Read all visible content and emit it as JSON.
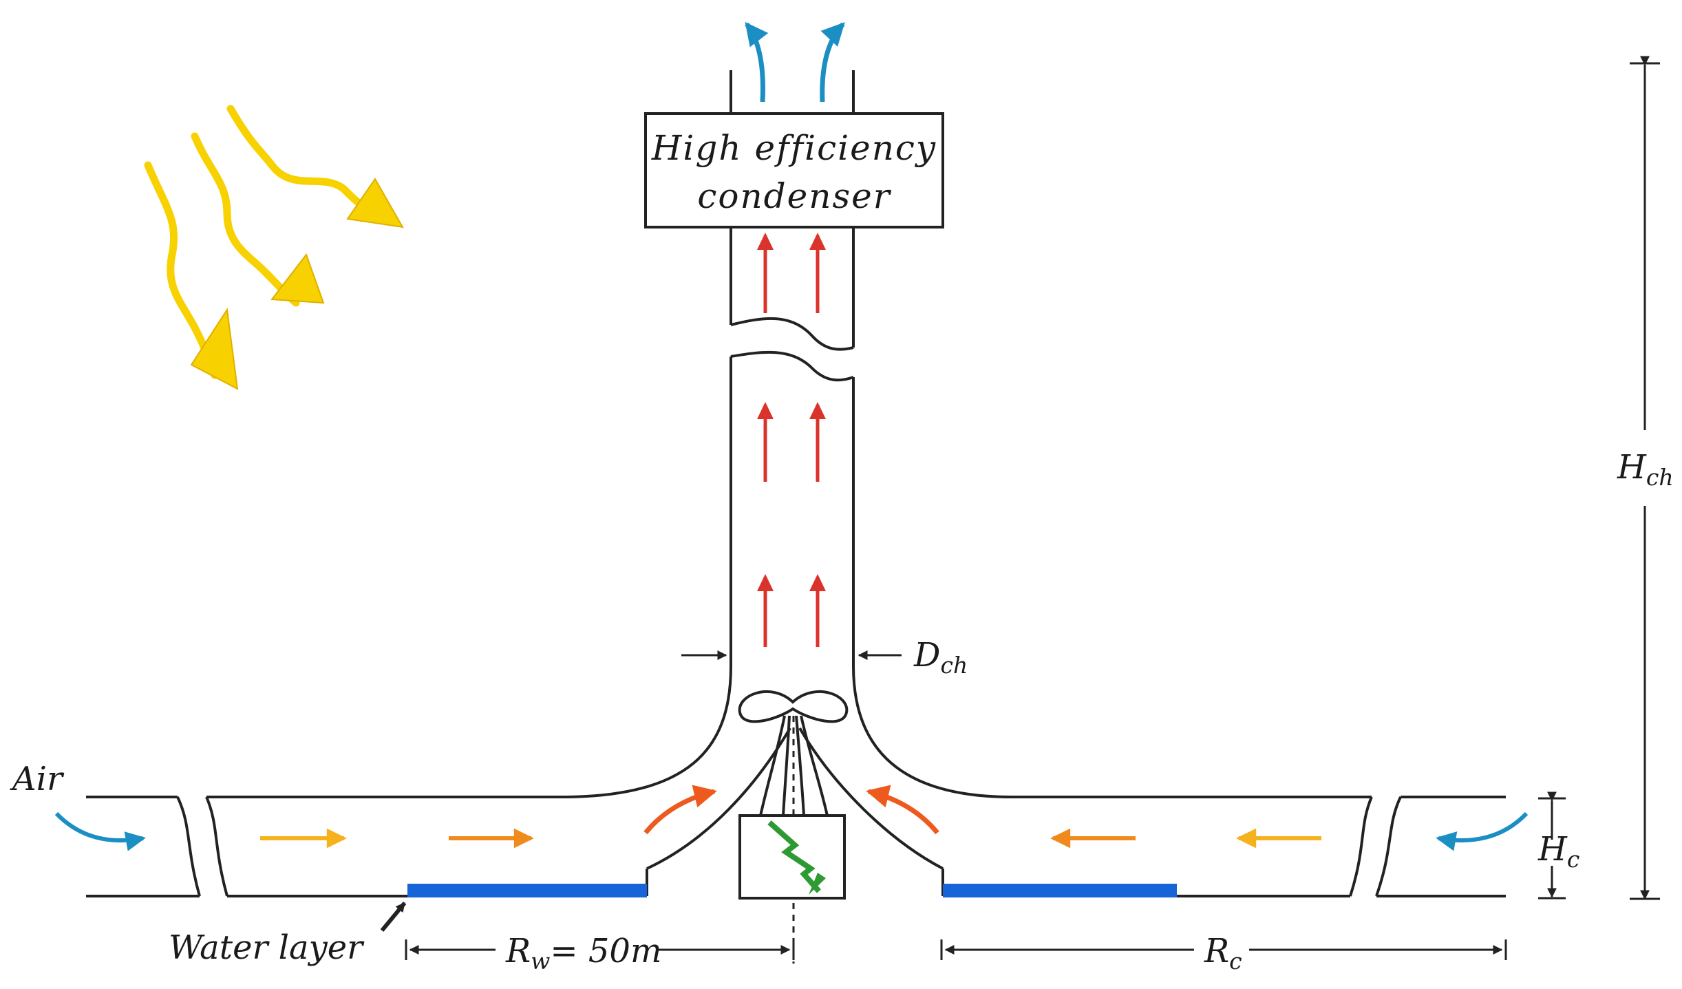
{
  "condenser": {
    "line1": "High efficiency",
    "line2": "condenser"
  },
  "labels": {
    "air": "Air",
    "water_layer": "Water layer",
    "rw_main": "R",
    "rw_sub": "w",
    "rw_value": "= 50m",
    "rc_main": "R",
    "rc_sub": "c",
    "dch_main": "D",
    "dch_sub": "ch",
    "hch_main": "H",
    "hch_sub": "ch",
    "hc_main": "H",
    "hc_sub": "c"
  },
  "colors": {
    "sun": "#F7D100",
    "sun_edge": "#E0B000",
    "hot_air": "#D9332B",
    "warm_air": "#EE5A1E",
    "mild_air": "#F08A1C",
    "light_air": "#F5B21E",
    "cold_air": "#1B8FC4",
    "water": "#1565D8",
    "turbine_bolt": "#2E9A33",
    "line": "#222222"
  },
  "icons": [
    "sun-ray-icon",
    "turbine-icon",
    "generator-bolt-icon",
    "airflow-arrow-icon"
  ]
}
